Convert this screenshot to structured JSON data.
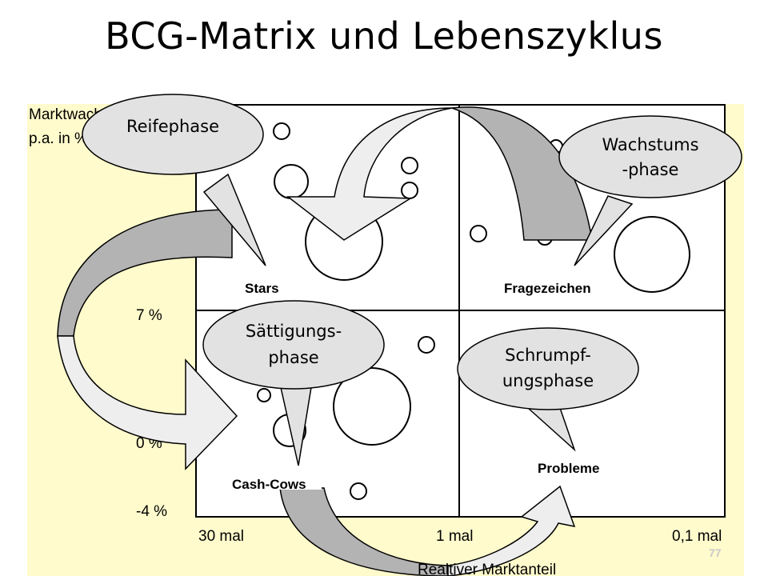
{
  "title": "BCG-Matrix und Lebenszyklus",
  "y_axis": {
    "label_line1": "Marktwachstum",
    "label_line2": "p.a. in %",
    "ticks": [
      "7 %",
      "0 %",
      "-4 %"
    ]
  },
  "x_axis": {
    "label": "Realtiver Marktanteil",
    "ticks": [
      "30 mal",
      "1 mal",
      "0,1 mal"
    ]
  },
  "quadrants": {
    "top_left": "Stars",
    "top_right": "Fragezeichen",
    "bottom_left": "Cash-Cows",
    "bottom_right": "Probleme"
  },
  "phases": {
    "reife": "Reifephase",
    "wachstum_line1": "Wachstums",
    "wachstum_line2": "-phase",
    "saettigung_line1": "Sättigungs-",
    "saettigung_line2": "phase",
    "schrumpf_line1": "Schrumpf-",
    "schrumpf_line2": "ungsphase"
  },
  "page_number": "77",
  "colors": {
    "panel": "#fffbcc",
    "arrow_fill": "#b3b3b3",
    "arrow_light": "#eeeeee",
    "bubble_fill": "#e2e2e2"
  }
}
